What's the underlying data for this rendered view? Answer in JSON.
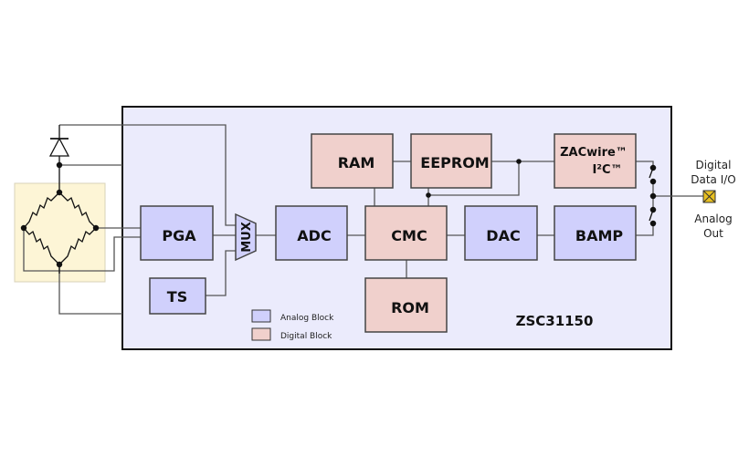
{
  "chip": {
    "name": "ZSC31150",
    "background": "#ebebfc"
  },
  "colors": {
    "analog": "#d0d0fc",
    "digital": "#f0d0cc",
    "sensor_bg": "#fdf5d6",
    "pad": "#e8c020"
  },
  "blocks": {
    "pga": "PGA",
    "ts": "TS",
    "mux": "MUX",
    "adc": "ADC",
    "ram": "RAM",
    "eeprom": "EEPROM",
    "cmc": "CMC",
    "rom": "ROM",
    "dac": "DAC",
    "bamp": "BAMP",
    "zacwire_line1": "ZACwire™",
    "zacwire_line2": "I²C™"
  },
  "legend": {
    "analog": "Analog Block",
    "digital": "Digital Block"
  },
  "pins": {
    "digital_line1": "Digital",
    "digital_line2": "Data I/O",
    "analog_line1": "Analog",
    "analog_line2": "Out"
  }
}
